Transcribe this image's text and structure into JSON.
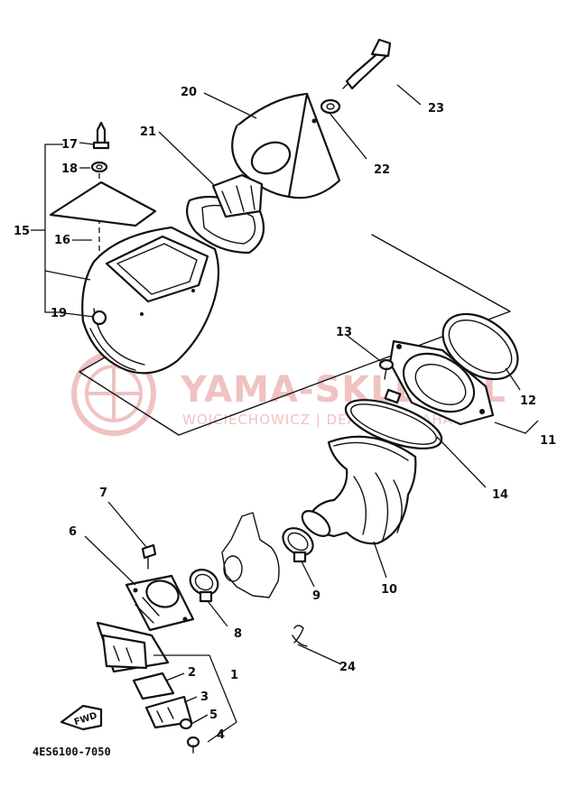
{
  "diagram_code": "4ES6100-7050",
  "fwd_label": "FWD",
  "watermark": {
    "title": "YAMA-SKLEP.PL",
    "subtitle": "WOJCIECHOWICZ | DEALER YAMAHA",
    "color": "#f0c2c2"
  },
  "callouts": [
    {
      "id": "1",
      "text": "1"
    },
    {
      "id": "2",
      "text": "2"
    },
    {
      "id": "3",
      "text": "3"
    },
    {
      "id": "4",
      "text": "4"
    },
    {
      "id": "5",
      "text": "5"
    },
    {
      "id": "6",
      "text": "6"
    },
    {
      "id": "7",
      "text": "7"
    },
    {
      "id": "8",
      "text": "8"
    },
    {
      "id": "9",
      "text": "9"
    },
    {
      "id": "10",
      "text": "10"
    },
    {
      "id": "11",
      "text": "11"
    },
    {
      "id": "12",
      "text": "12"
    },
    {
      "id": "13",
      "text": "13"
    },
    {
      "id": "14",
      "text": "14"
    },
    {
      "id": "15",
      "text": "15"
    },
    {
      "id": "16",
      "text": "16"
    },
    {
      "id": "17",
      "text": "17"
    },
    {
      "id": "18",
      "text": "18"
    },
    {
      "id": "19",
      "text": "19"
    },
    {
      "id": "20",
      "text": "20"
    },
    {
      "id": "21",
      "text": "21"
    },
    {
      "id": "22",
      "text": "22"
    },
    {
      "id": "23",
      "text": "23"
    },
    {
      "id": "24",
      "text": "24"
    }
  ]
}
